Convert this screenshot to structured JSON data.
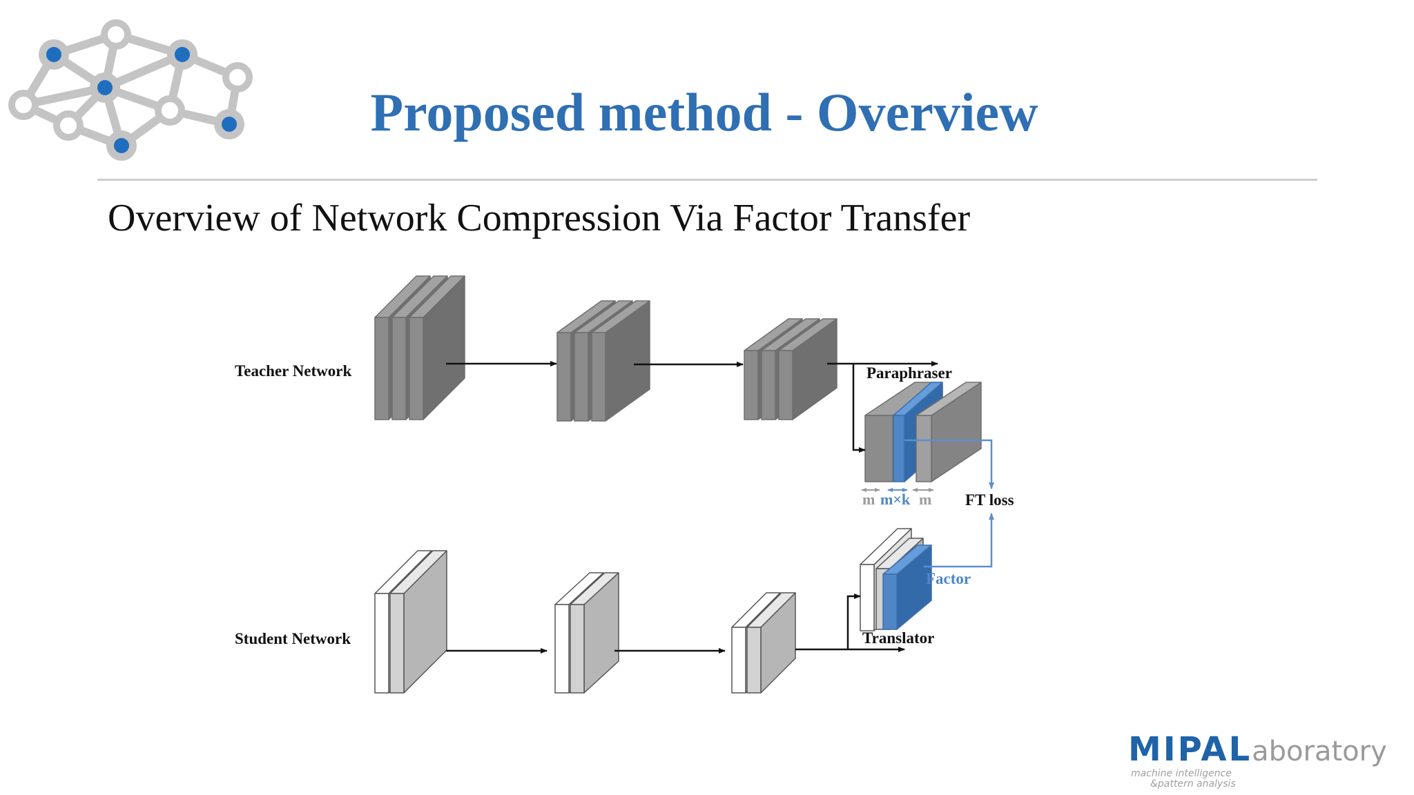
{
  "slide": {
    "title": "Proposed method - Overview",
    "subtitle": "Overview of Network Compression Via Factor Transfer"
  },
  "diagram": {
    "teacher_label": "Teacher Network",
    "student_label": "Student Network",
    "paraphraser_label": "Paraphraser",
    "translator_label": "Translator",
    "factor_label": "Factor",
    "ft_loss_label": "FT loss",
    "dim_left": "m",
    "dim_middle": "m×k",
    "dim_right": "m"
  },
  "lab_logo": {
    "brand_strong": "MIPAL",
    "brand_light": "aboratory",
    "tagline_1": "machine intelligence",
    "tagline_2": "&pattern analysis"
  },
  "colors": {
    "title": "#2f6fb3",
    "accent_blue": "#4f86c6",
    "teacher_block": "#8c8c8c",
    "student_block": "#d2d2d2",
    "node_dot": "#1f6dbf"
  }
}
